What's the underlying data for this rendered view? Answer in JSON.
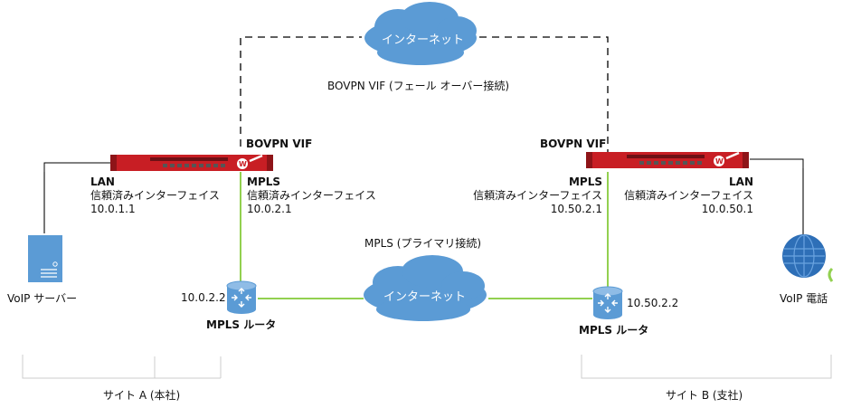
{
  "colors": {
    "cloud": "#5b9bd5",
    "mpls_link": "#92d050",
    "firebox_red": "#d42027",
    "lan_line": "#666666",
    "failover_line": "#000000",
    "site_bracket": "#cccccc"
  },
  "clouds": {
    "top": {
      "label": "インターネット",
      "icon": "cloud-icon"
    },
    "middle": {
      "label": "インターネット",
      "icon": "cloud-icon"
    }
  },
  "links": {
    "failover_label": "BOVPN VIF (フェール オーバー接続)",
    "primary_label": "MPLS (プライマリ接続)"
  },
  "site_a": {
    "firebox": {
      "icon": "firebox-appliance-icon",
      "bovpn_label": "BOVPN VIF"
    },
    "lan": {
      "name": "LAN",
      "type": "信頼済みインターフェイス",
      "ip": "10.0.1.1"
    },
    "mpls": {
      "name": "MPLS",
      "type": "信頼済みインターフェイス",
      "ip": "10.0.2.1"
    },
    "router": {
      "label": "MPLS ルータ",
      "ip": "10.0.2.2",
      "icon": "router-icon"
    },
    "endpoint": {
      "label": "VoIP サーバー",
      "icon": "server-icon"
    },
    "site_label": "サイト A (本社)"
  },
  "site_b": {
    "firebox": {
      "icon": "firebox-appliance-icon",
      "bovpn_label": "BOVPN VIF"
    },
    "lan": {
      "name": "LAN",
      "type": "信頼済みインターフェイス",
      "ip": "10.0.50.1"
    },
    "mpls": {
      "name": "MPLS",
      "type": "信頼済みインターフェイス",
      "ip": "10.50.2.1"
    },
    "router": {
      "label": "MPLS ルータ",
      "ip": "10.50.2.2",
      "icon": "router-icon"
    },
    "endpoint": {
      "label": "VoIP 電話",
      "icon": "globe-icon"
    },
    "site_label": "サイト B (支社)"
  }
}
